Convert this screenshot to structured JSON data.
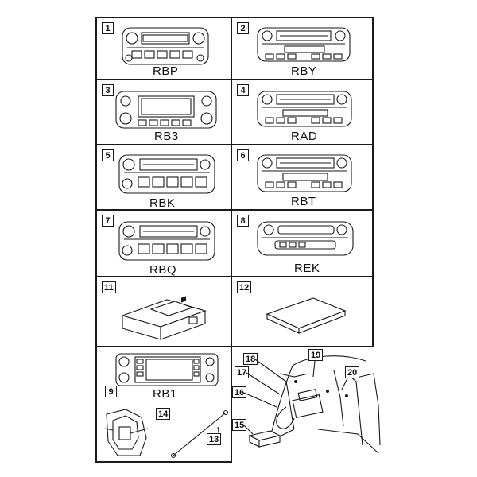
{
  "items": [
    {
      "number": "1",
      "code": "RBP"
    },
    {
      "number": "2",
      "code": "RBY"
    },
    {
      "number": "3",
      "code": "RB3"
    },
    {
      "number": "4",
      "code": "RAD"
    },
    {
      "number": "5",
      "code": "RBK"
    },
    {
      "number": "6",
      "code": "RBT"
    },
    {
      "number": "7",
      "code": "RBQ"
    },
    {
      "number": "8",
      "code": "REK"
    },
    {
      "number": "11"
    },
    {
      "number": "12"
    },
    {
      "number": "9",
      "code": "RB1"
    },
    {
      "number": "14"
    },
    {
      "number": "13"
    }
  ],
  "callouts": [
    "19",
    "18",
    "17",
    "20",
    "16",
    "15"
  ]
}
